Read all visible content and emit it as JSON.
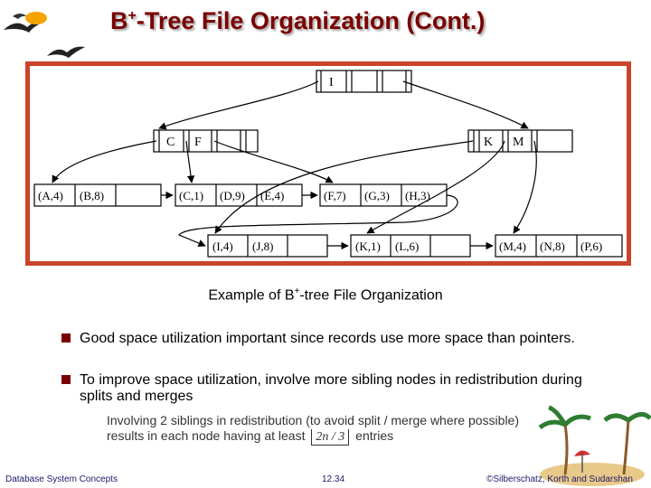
{
  "slide": {
    "title_main": "B",
    "title_sup": "+",
    "title_rest": "-Tree File Organization (Cont.)",
    "caption_pre": "Example of B",
    "caption_sup": "+",
    "caption_post": "-tree File Organization",
    "bullets": [
      "Good space utilization important since records use more space than pointers.",
      "To improve space utilization, involve more sibling nodes in redistribution during splits and merges"
    ],
    "sub_bullet_line1": "Involving 2 siblings in redistribution (to avoid split / merge where possible)",
    "sub_bullet_line2a": "results in each node having at least",
    "formula": "2n / 3",
    "sub_bullet_line2b": "entries",
    "footer_left": "Database System Concepts",
    "footer_center": "12.34",
    "footer_right": "©Silberschatz, Korth and Sudarshan"
  },
  "diagram": {
    "root": [
      "I"
    ],
    "internal": [
      [
        "C",
        "F"
      ],
      [
        "K",
        "M"
      ]
    ],
    "leaves_top": [
      "(A,4)",
      "(B,8)",
      "(C,1)",
      "(D,9)",
      "(E,4)",
      "(F,7)",
      "(G,3)",
      "(H,3)"
    ],
    "leaves_bottom": [
      "(I,4)",
      "(J,8)",
      "(K,1)",
      "(L,6)",
      "(M,4)",
      "(N,8)",
      "(P,6)"
    ]
  },
  "colors": {
    "title": "#7a0000",
    "frame": "#c8442a",
    "bullet": "#7a0000"
  }
}
